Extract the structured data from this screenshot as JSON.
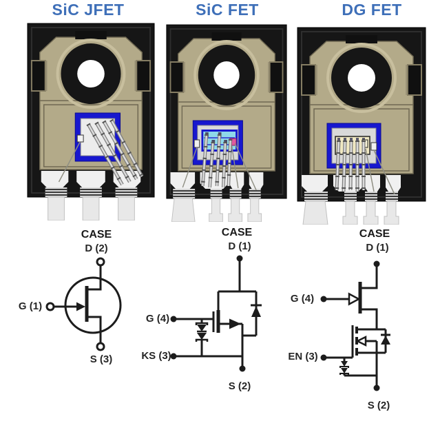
{
  "columns": [
    {
      "title": "SiC JFET",
      "package": {
        "legs": 3,
        "die_style": "blue-border-white-die",
        "bond_wires": "diagonal"
      },
      "schematic": {
        "case": "CASE",
        "drain": "D (2)",
        "gate": "G (1)",
        "source": "S (3)"
      }
    },
    {
      "title": "SiC FET",
      "package": {
        "legs": 4,
        "die_style": "blue-border-cyan-die",
        "bond_wires": "vertical"
      },
      "schematic": {
        "case": "CASE",
        "drain": "D (1)",
        "gate": "G (4)",
        "kelvin_source": "KS (3)",
        "source": "S (2)"
      }
    },
    {
      "title": "DG FET",
      "package": {
        "legs": 4,
        "die_style": "blue-border-cream-die",
        "bond_wires": "vertical"
      },
      "schematic": {
        "case": "CASE",
        "drain": "D (1)",
        "gate": "G (4)",
        "enable": "EN (3)",
        "source": "S (2)"
      }
    }
  ],
  "colors": {
    "title_blue": "#3e6fb8",
    "case_black": "#161616",
    "leadframe_tan": "#b3aa89",
    "die_blue": "#1717cf",
    "die_cyan": "#8ed9e9",
    "die_cream": "#f0e8c2",
    "pad_pink": "#e05a9f",
    "leg_gray": "#e8e8e8",
    "schematic_ink": "#1c1c1c"
  }
}
